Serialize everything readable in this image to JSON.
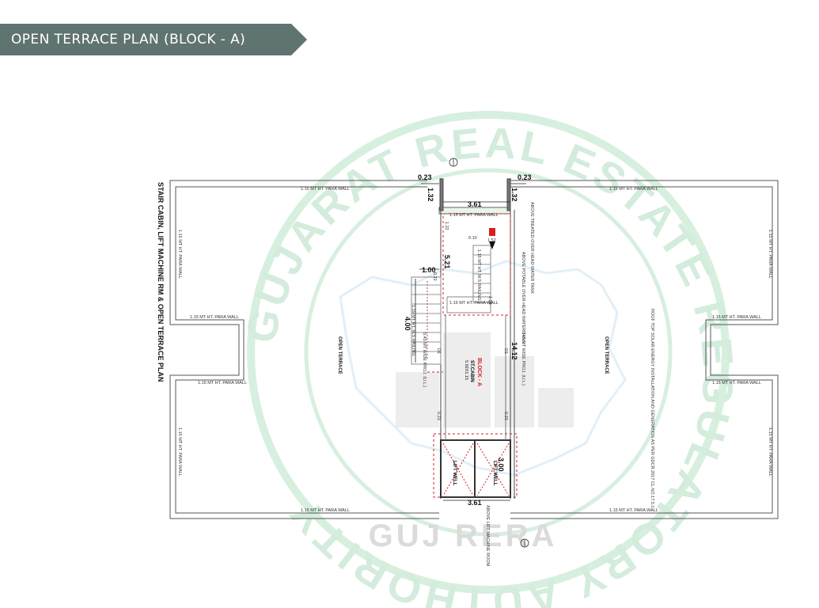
{
  "header": {
    "title": "OPEN TERRACE PLAN (BLOCK - A)"
  },
  "drawing": {
    "vertical_title": "STAIR CABIN, LIFT MACHINE RM & OPEN TERRACE PLAN",
    "para_wall_label": "1.15 MT HT. PARA WALL",
    "open_terrace_label": "OPEN TERRACE",
    "block_label": "BLOCK - A",
    "st_cabin_label": "ST.CABIN",
    "st_cabin_size": "5.92X1.15",
    "lift_well_label": "LIFT WELL",
    "lift_machine_label": "ABOVE LIFT MACHINE ROOM",
    "water_tank_top": "ABOVE TREATED OVER HEAD WATER TANK",
    "water_tank_mid": "ABOVE POTABLE OVER HEAD WATER TANK",
    "solar_note": "ROOF TOP SOLAR ENERGY INSTALLATION AND GENERATION AS PER GDCR 2017 CL.NO.17.5.1",
    "railing_label": "1.15 MT HT. M.S RAILING",
    "wide_projection": "0.45 MT WIDE PROJ. (U.L.)",
    "stair_para_label": "1.15 MT HT. PARA WALL",
    "dims": {
      "d023_left": "0.23",
      "d023_right": "0.23",
      "d132_left": "1.32",
      "d132_right": "1.32",
      "d361_top": "3.61",
      "d361_bottom": "3.61",
      "d521": "5.21",
      "d100": "1.00",
      "d400": "4.00",
      "d1412": "14.12",
      "d300": "3.00",
      "d152": "1.52",
      "d010": "0.10",
      "d122": "1.22",
      "d022": "0.22",
      "d023_small": "0.23",
      "d126": "1.26"
    },
    "door_tag": "D1"
  },
  "watermark": {
    "ring_text": "GUJARAT REAL ESTATE REGULATORY AUTHORITY",
    "bottom_text": "GUJ RERA"
  },
  "colors": {
    "banner": "#5f7370",
    "watermark": "#c9e8d4",
    "red": "#d62020",
    "line": "#333333"
  }
}
